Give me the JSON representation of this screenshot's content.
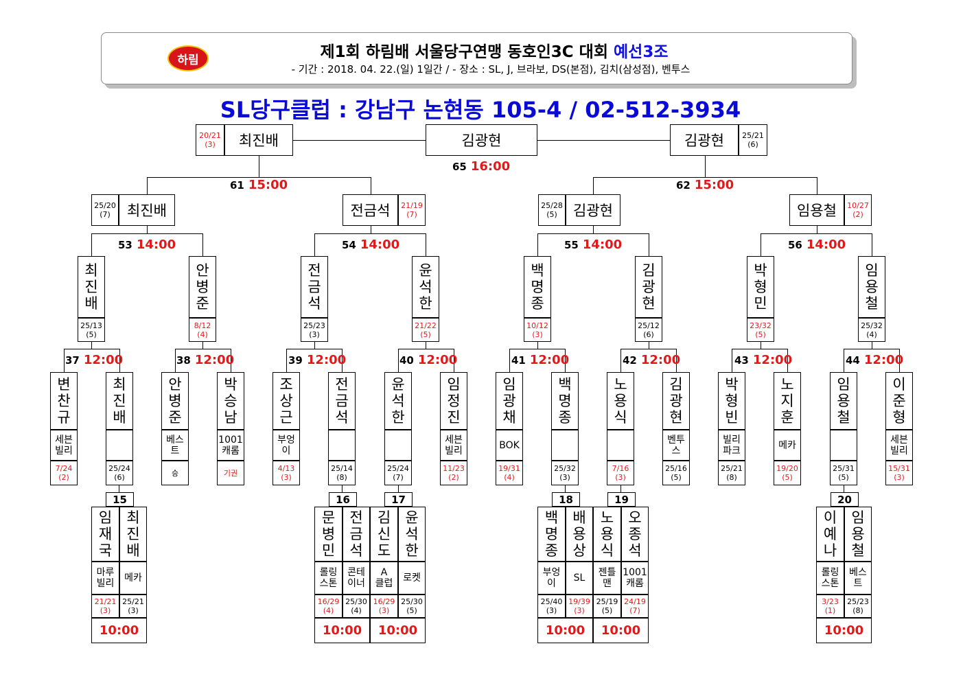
{
  "header": {
    "logo_text": "하림",
    "title_main": "제1회 하림배 서울당구연맹 동호인3C 대회",
    "title_group": "예선3조",
    "info": "- 기간 : 2018. 04. 22.(일) 1일간 / - 장소 : SL, J, 브라보, DS(본점), 김치(삼성점), 벤투스"
  },
  "venue": "SL당구클럽 : 강남구 논현동 105-4 / 02-512-3934",
  "final": {
    "winner": "김광현",
    "match_no": "65",
    "time": "16:00",
    "left": {
      "name": "최진배",
      "score": "20/21",
      "inning": "(3)"
    },
    "right": {
      "name": "김광현",
      "score": "25/21",
      "inning": "(6)"
    }
  },
  "semis": [
    {
      "no": "61",
      "time": "15:00",
      "a": {
        "name": "최진배",
        "score": "25/20",
        "inning": "(7)"
      },
      "b": {
        "name": "전금석",
        "score": "21/19",
        "inning": "(7)"
      }
    },
    {
      "no": "62",
      "time": "15:00",
      "a": {
        "name": "김광현",
        "score": "25/28",
        "inning": "(5)"
      },
      "b": {
        "name": "임용철",
        "score": "10/27",
        "inning": "(2)"
      }
    }
  ],
  "quarters": [
    {
      "no": "53",
      "time": "14:00"
    },
    {
      "no": "54",
      "time": "14:00"
    },
    {
      "no": "55",
      "time": "14:00"
    },
    {
      "no": "56",
      "time": "14:00"
    }
  ],
  "round3": [
    {
      "name": "최진배",
      "score": "25/13",
      "inning": "(5)"
    },
    {
      "name": "안병준",
      "score": "8/12",
      "inning": "(4)"
    },
    {
      "name": "전금석",
      "score": "25/23",
      "inning": "(3)"
    },
    {
      "name": "윤석한",
      "score": "21/22",
      "inning": "(5)"
    },
    {
      "name": "백명종",
      "score": "10/12",
      "inning": "(3)"
    },
    {
      "name": "김광현",
      "score": "25/12",
      "inning": "(6)"
    },
    {
      "name": "박형민",
      "score": "23/32",
      "inning": "(5)"
    },
    {
      "name": "임용철",
      "score": "25/32",
      "inning": "(4)"
    }
  ],
  "round2_matches": [
    {
      "no": "37",
      "time": "12:00"
    },
    {
      "no": "38",
      "time": "12:00"
    },
    {
      "no": "39",
      "time": "12:00"
    },
    {
      "no": "40",
      "time": "12:00"
    },
    {
      "no": "41",
      "time": "12:00"
    },
    {
      "no": "42",
      "time": "12:00"
    },
    {
      "no": "43",
      "time": "12:00"
    },
    {
      "no": "44",
      "time": "12:00"
    }
  ],
  "round2_players": [
    {
      "name": "변찬규",
      "club": "세븐 빌리",
      "score": "7/24",
      "inning": "(2)"
    },
    {
      "name": "최진배",
      "club": "",
      "score": "25/24",
      "inning": "(6)"
    },
    {
      "name": "안병준",
      "club": "베스 트",
      "score": "승",
      "inning": ""
    },
    {
      "name": "박승남",
      "club": "1001 캐롬",
      "score": "기권",
      "inning": ""
    },
    {
      "name": "조상근",
      "club": "부엉 이",
      "score": "4/13",
      "inning": "(3)"
    },
    {
      "name": "전금석",
      "club": "",
      "score": "25/14",
      "inning": "(8)"
    },
    {
      "name": "윤석한",
      "club": "",
      "score": "25/24",
      "inning": "(7)"
    },
    {
      "name": "임정진",
      "club": "세븐 빌리",
      "score": "11/23",
      "inning": "(2)"
    },
    {
      "name": "임광채",
      "club": "BOK",
      "score": "19/31",
      "inning": "(4)"
    },
    {
      "name": "백명종",
      "club": "",
      "score": "25/32",
      "inning": "(3)"
    },
    {
      "name": "노용식",
      "club": "",
      "score": "7/16",
      "inning": "(3)"
    },
    {
      "name": "김광현",
      "club": "벤투 스",
      "score": "25/16",
      "inning": "(5)"
    },
    {
      "name": "박형빈",
      "club": "빌리 파크",
      "score": "25/21",
      "inning": "(8)"
    },
    {
      "name": "노지훈",
      "club": "메카",
      "score": "19/20",
      "inning": "(5)"
    },
    {
      "name": "임용철",
      "club": "",
      "score": "25/31",
      "inning": "(5)"
    },
    {
      "name": "이준형",
      "club": "세븐 빌리",
      "score": "15/31",
      "inning": "(3)"
    }
  ],
  "round1": [
    {
      "no": "15",
      "time": "10:00",
      "a": {
        "name": "임재국",
        "club": "마루 빌리",
        "score": "21/21",
        "inning": "(3)"
      },
      "b": {
        "name": "최진배",
        "club": "메카",
        "score": "25/21",
        "inning": "(3)"
      }
    },
    {
      "no": "16",
      "time": "10:00",
      "a": {
        "name": "문병민",
        "club": "롤링 스톤",
        "score": "16/29",
        "inning": "(4)"
      },
      "b": {
        "name": "전금석",
        "club": "콘테 이너",
        "score": "25/30",
        "inning": "(4)"
      }
    },
    {
      "no": "17",
      "time": "10:00",
      "a": {
        "name": "김신도",
        "club": "A 클럽",
        "score": "16/29",
        "inning": "(3)"
      },
      "b": {
        "name": "윤석한",
        "club": "로켓",
        "score": "25/30",
        "inning": "(5)"
      }
    },
    {
      "no": "18",
      "time": "10:00",
      "a": {
        "name": "백명종",
        "club": "부엉 이",
        "score": "25/40",
        "inning": "(3)"
      },
      "b": {
        "name": "배용상",
        "club": "SL",
        "score": "19/39",
        "inning": "(3)"
      }
    },
    {
      "no": "19",
      "time": "10:00",
      "a": {
        "name": "노용식",
        "club": "젠틀 맨",
        "score": "25/19",
        "inning": "(5)"
      },
      "b": {
        "name": "오종석",
        "club": "1001 캐롬",
        "score": "24/19",
        "inning": "(7)"
      }
    },
    {
      "no": "20",
      "time": "10:00",
      "a": {
        "name": "이예나",
        "club": "롤링 스톤",
        "score": "3/23",
        "inning": "(1)"
      },
      "b": {
        "name": "임용철",
        "club": "베스 트",
        "score": "25/23",
        "inning": "(8)"
      }
    }
  ],
  "colors": {
    "accent_red": "#e01a1a",
    "accent_blue": "#0a0ad8",
    "logo_red": "#d8141b"
  }
}
